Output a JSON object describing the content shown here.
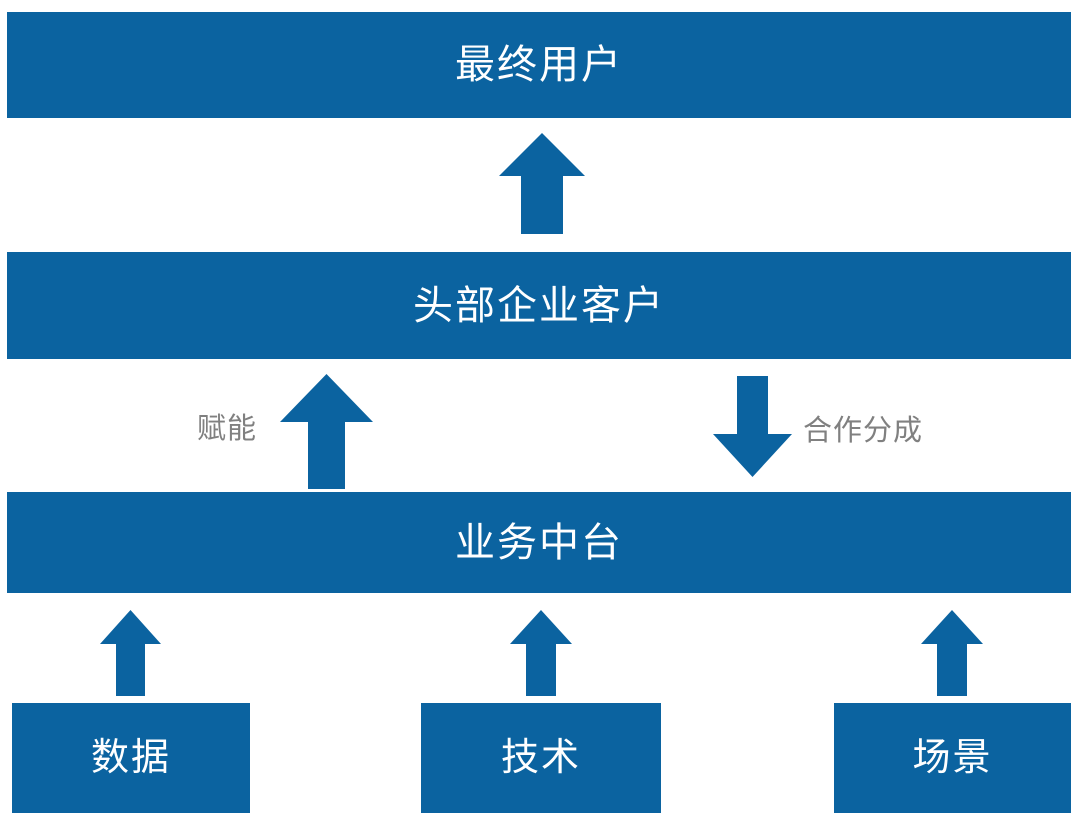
{
  "diagram": {
    "title_text": "",
    "accent_color": "#0B63A0",
    "caption_color": "#808080",
    "label_color": "#FFFFFF",
    "background_color": "#FFFFFF",
    "tiers": [
      {
        "id": "end-user",
        "label": "最终用户"
      },
      {
        "id": "enterprise",
        "label": "头部企业客户"
      },
      {
        "id": "middle-platform",
        "label": "业务中台"
      }
    ],
    "foundations": [
      {
        "id": "data",
        "label": "数据"
      },
      {
        "id": "tech",
        "label": "技术"
      },
      {
        "id": "scenario",
        "label": "场景"
      }
    ],
    "connectors": [
      {
        "id": "enduser-up",
        "icon": "arrow-up-icon",
        "caption": ""
      },
      {
        "id": "enable-up",
        "icon": "arrow-up-icon",
        "caption": "赋能"
      },
      {
        "id": "revshare-down",
        "icon": "arrow-down-icon",
        "caption": "合作分成"
      },
      {
        "id": "data-up",
        "icon": "arrow-up-icon",
        "caption": ""
      },
      {
        "id": "tech-up",
        "icon": "arrow-up-icon",
        "caption": ""
      },
      {
        "id": "scenario-up",
        "icon": "arrow-up-icon",
        "caption": ""
      }
    ],
    "captions": {
      "enable": "赋能",
      "revshare": "合作分成"
    }
  }
}
